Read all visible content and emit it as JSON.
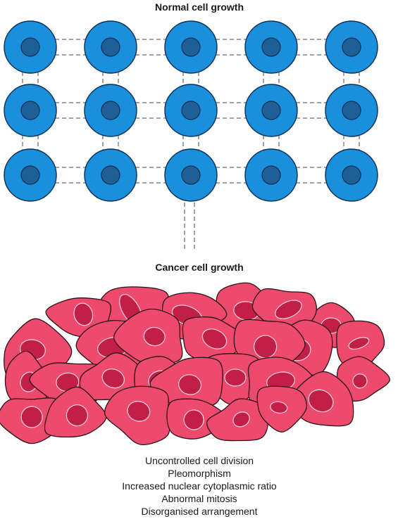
{
  "normal_section": {
    "title": "Normal cell growth",
    "grid_columns": 5,
    "grid_rows": 3,
    "cell_color": "#1a8fdc",
    "nucleus_color": "#1e5f96"
  },
  "cancer_section": {
    "title": "Cancer cell growth",
    "cell_color": "#ee4a6e",
    "nucleus_color": "#c21f48"
  },
  "characteristics": [
    "Uncontrolled cell division",
    "Pleomorphism",
    "Increased nuclear cytoplasmic ratio",
    "Abnormal mitosis",
    "Disorganised arrangement"
  ]
}
